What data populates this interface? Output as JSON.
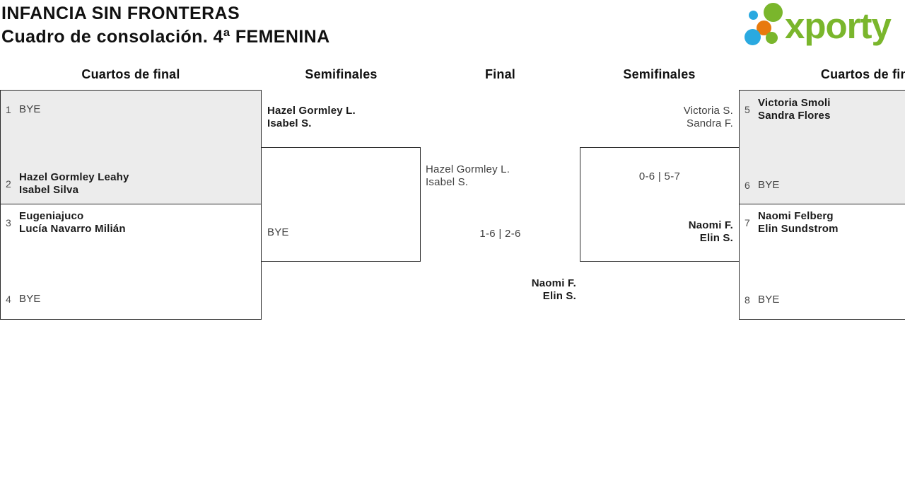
{
  "header": {
    "title_line1": "INFANCIA SIN FRONTERAS",
    "title_line2": "Cuadro de consolación. 4ª FEMENINA",
    "logo_text": "xporty"
  },
  "columns": [
    "Cuartos de final",
    "Semifinales",
    "Final",
    "Semifinales",
    "Cuartos de final"
  ],
  "colors": {
    "logo_green": "#7ab62c",
    "logo_blue": "#2aa9e0",
    "logo_orange": "#e87a0d",
    "box_shaded_bg": "#ececec",
    "box_border": "#2b2b2b",
    "text_dark": "#1a1a1a",
    "text_muted": "#3f3f3f"
  },
  "bracket": {
    "qf": [
      {
        "slots": [
          {
            "seed": "1",
            "lines": [
              "BYE"
            ]
          },
          {
            "seed": "2",
            "lines": [
              "Hazel Gormley Leahy",
              "Isabel Silva"
            ]
          }
        ]
      },
      {
        "slots": [
          {
            "seed": "3",
            "lines": [
              "Eugeniajuco",
              "Lucía Navarro Milián"
            ]
          },
          {
            "seed": "4",
            "lines": [
              "BYE"
            ]
          }
        ]
      },
      {
        "slots": [
          {
            "seed": "5",
            "lines": [
              "Victoria Smoli",
              "Sandra Flores"
            ]
          },
          {
            "seed": "6",
            "lines": [
              "BYE"
            ]
          }
        ]
      },
      {
        "slots": [
          {
            "seed": "7",
            "lines": [
              "Naomi Felberg",
              "Elin Sundstrom"
            ]
          },
          {
            "seed": "8",
            "lines": [
              "BYE"
            ]
          }
        ]
      }
    ],
    "sf_left": {
      "team_top": [
        "Hazel Gormley L.",
        "Isabel S."
      ],
      "team_bottom": [
        "BYE"
      ],
      "score": ""
    },
    "sf_right": {
      "team_top": [
        "Victoria S.",
        "Sandra F."
      ],
      "team_bottom": [
        "Naomi F.",
        "Elin S."
      ],
      "score": "0-6 | 5-7"
    },
    "final": {
      "team_top": [
        "Hazel Gormley L.",
        "Isabel S."
      ],
      "team_bottom": [
        "Naomi F.",
        "Elin S."
      ],
      "score": "1-6 | 2-6"
    }
  }
}
